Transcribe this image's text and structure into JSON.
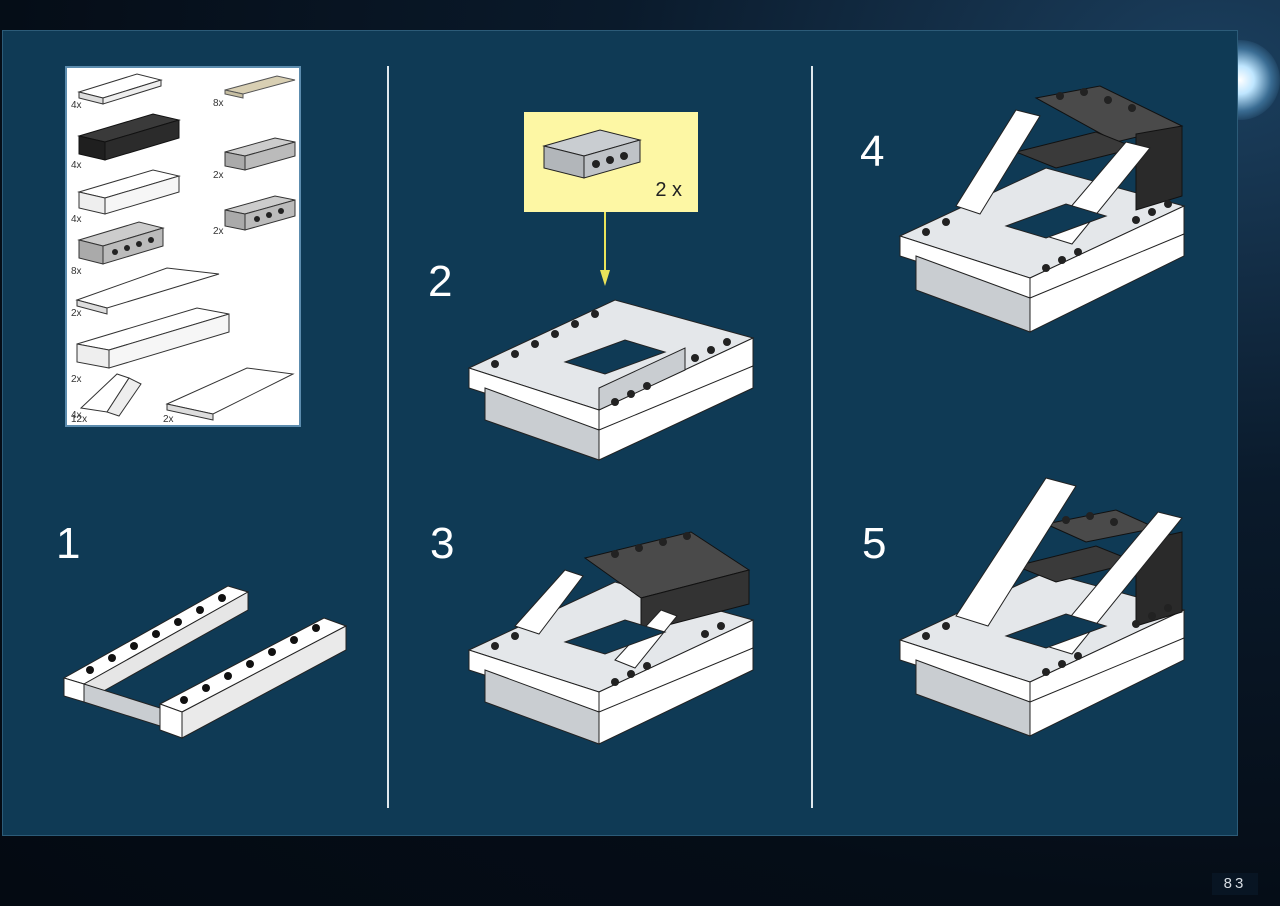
{
  "page_number": "83",
  "parts_list": {
    "quantities": [
      "4x",
      "8x",
      "4x",
      "2x",
      "4x",
      "2x",
      "8x",
      "2x",
      "2x",
      "4x",
      "12x",
      "2x"
    ]
  },
  "steps": [
    {
      "number": "1"
    },
    {
      "number": "2"
    },
    {
      "number": "3"
    },
    {
      "number": "4"
    },
    {
      "number": "5"
    }
  ],
  "callout": {
    "quantity": "2 x"
  },
  "colors": {
    "panel": "#0f3a55",
    "callout_bg": "#fdf7a4",
    "arrow": "#e9e35a",
    "brick_white": "#ffffff",
    "brick_light_gray": "#c9cdd1",
    "brick_dark_gray": "#4a4a4a",
    "brick_black": "#222222"
  }
}
